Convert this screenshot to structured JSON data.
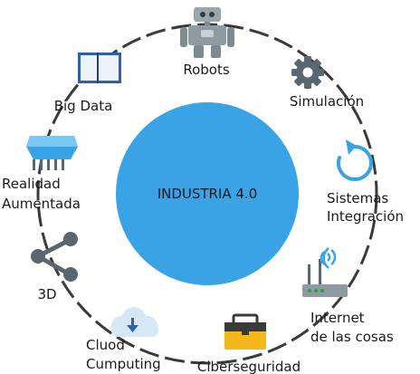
{
  "center": {
    "title": "INDUSTRIA 4.0",
    "color": "#3aa3e6"
  },
  "ring": {
    "color": "#3a3a3a"
  },
  "items": [
    {
      "icon": "robot-icon",
      "lines": [
        "Robots"
      ]
    },
    {
      "icon": "gear-icon",
      "lines": [
        "Simulación"
      ]
    },
    {
      "icon": "refresh-icon",
      "lines": [
        "Sistemas",
        "Integración"
      ]
    },
    {
      "icon": "router-icon",
      "lines": [
        "Internet",
        "de las cosas"
      ]
    },
    {
      "icon": "toolbox-icon",
      "lines": [
        "Ciberseguridad"
      ]
    },
    {
      "icon": "cloud-download-icon",
      "lines": [
        "Cluod",
        "Cumputing"
      ]
    },
    {
      "icon": "share-nodes-icon",
      "lines": [
        "3D"
      ]
    },
    {
      "icon": "vr-headset-icon",
      "lines": [
        "Realidad",
        "Aumentada"
      ]
    },
    {
      "icon": "open-book-icon",
      "lines": [
        "Big Data"
      ]
    }
  ]
}
